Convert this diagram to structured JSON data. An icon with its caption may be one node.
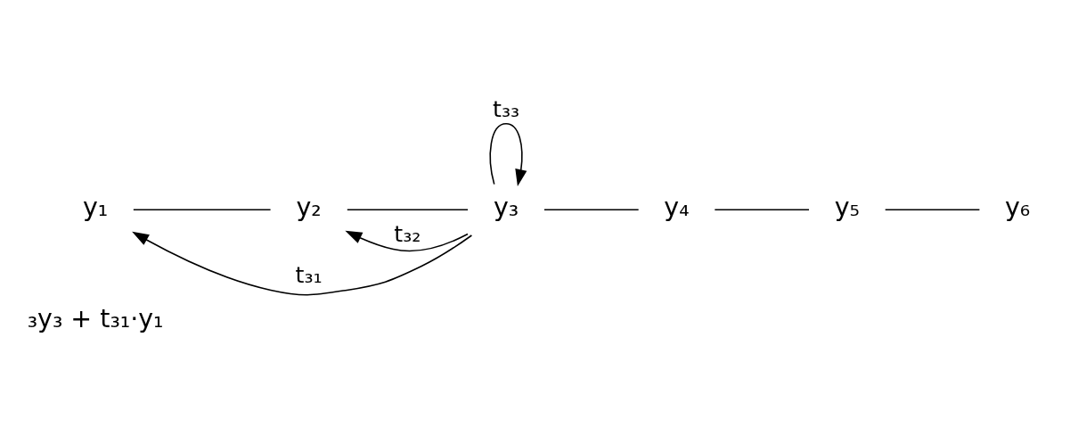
{
  "diagram": {
    "nodes": [
      {
        "text": [
          "y₁"
        ]
      },
      {
        "text": [
          "y₂"
        ]
      },
      {
        "text": [
          "y₃"
        ]
      },
      {
        "text": [
          "y₄"
        ]
      },
      {
        "text": [
          "y₅"
        ]
      },
      {
        "text": [
          "y₆"
        ]
      }
    ],
    "edges": [
      {
        "from": 0,
        "to": 1,
        "arrow": "none"
      },
      {
        "from": 1,
        "to": 2,
        "arrow": "none"
      },
      {
        "from": 2,
        "to": 3,
        "arrow": "none"
      },
      {
        "from": 3,
        "to": 4,
        "arrow": "none"
      },
      {
        "from": 4,
        "to": 5,
        "arrow": "none"
      },
      {
        "from": 2,
        "to": 2,
        "arrow": "to",
        "label": "t₃₃"
      },
      {
        "from": 2,
        "to": 1,
        "arrow": "to",
        "label": "t₃₂"
      },
      {
        "from": 2,
        "to": 0,
        "arrow": "to",
        "label": "t₃₁"
      }
    ],
    "labels": [
      "₃y₃ + t₃₁·y₁"
    ]
  }
}
